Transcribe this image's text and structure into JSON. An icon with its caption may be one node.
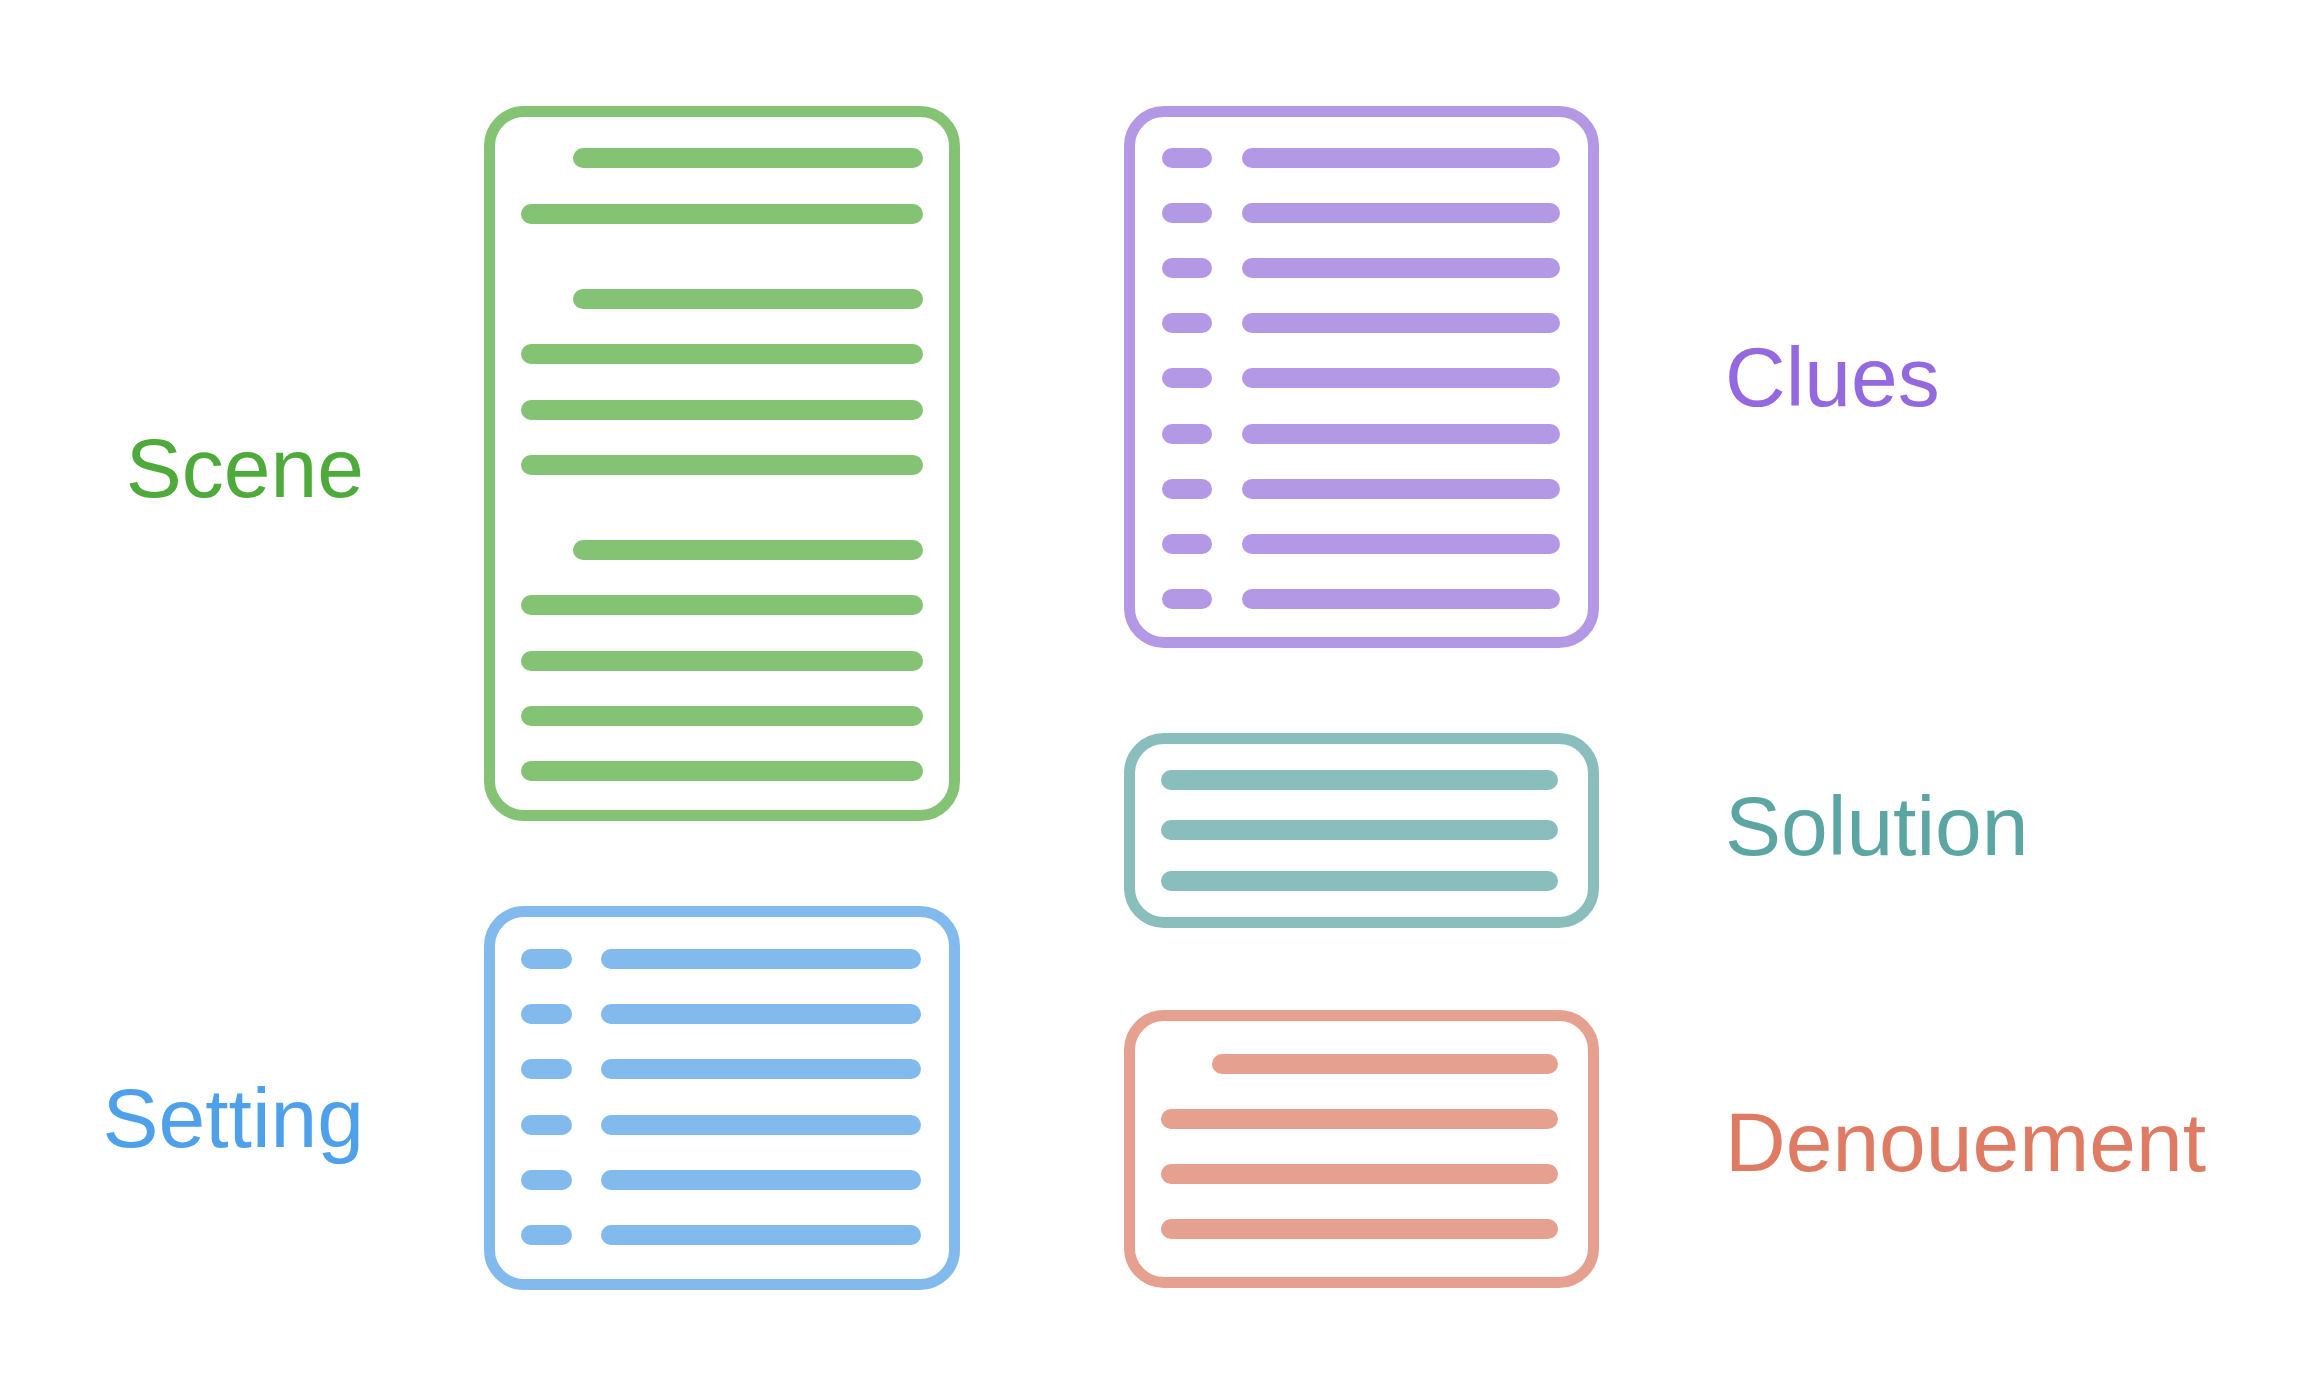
{
  "diagram": {
    "nodes": [
      {
        "text": [
          "Scene"
        ]
      },
      {
        "text": [
          "Setting"
        ]
      },
      {
        "text": [
          "Clues"
        ]
      },
      {
        "text": [
          "Solution"
        ]
      },
      {
        "text": [
          "Denouement"
        ]
      }
    ]
  }
}
